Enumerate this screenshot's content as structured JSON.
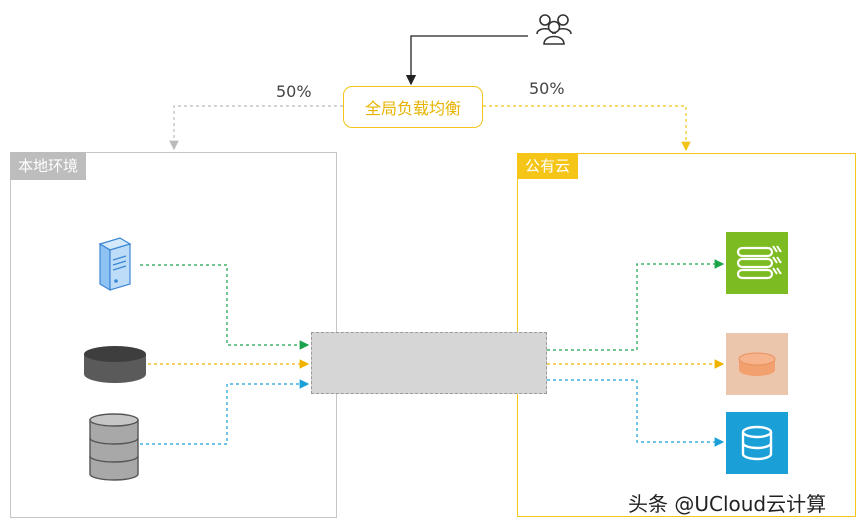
{
  "load_balancer": {
    "label": "全局负载均衡"
  },
  "split": {
    "left_percent": "50%",
    "right_percent": "50%"
  },
  "on_premises": {
    "label": "本地环境"
  },
  "public_cloud": {
    "label": "公有云"
  },
  "watermark": "头条 @UCloud云计算",
  "colors": {
    "yellow": "#f5c518",
    "green": "#1aa34a",
    "orange": "#f0b400",
    "blue": "#1a9fd6",
    "gray": "#bdbdbd"
  },
  "icons": {
    "users": "users-icon",
    "server": "server-icon",
    "disk": "disk-icon",
    "storage": "storage-stack-icon",
    "cloud_host": "cloud-host-icon",
    "cloud_database": "cloud-database-icon",
    "cloud_storage": "cloud-storage-icon"
  }
}
